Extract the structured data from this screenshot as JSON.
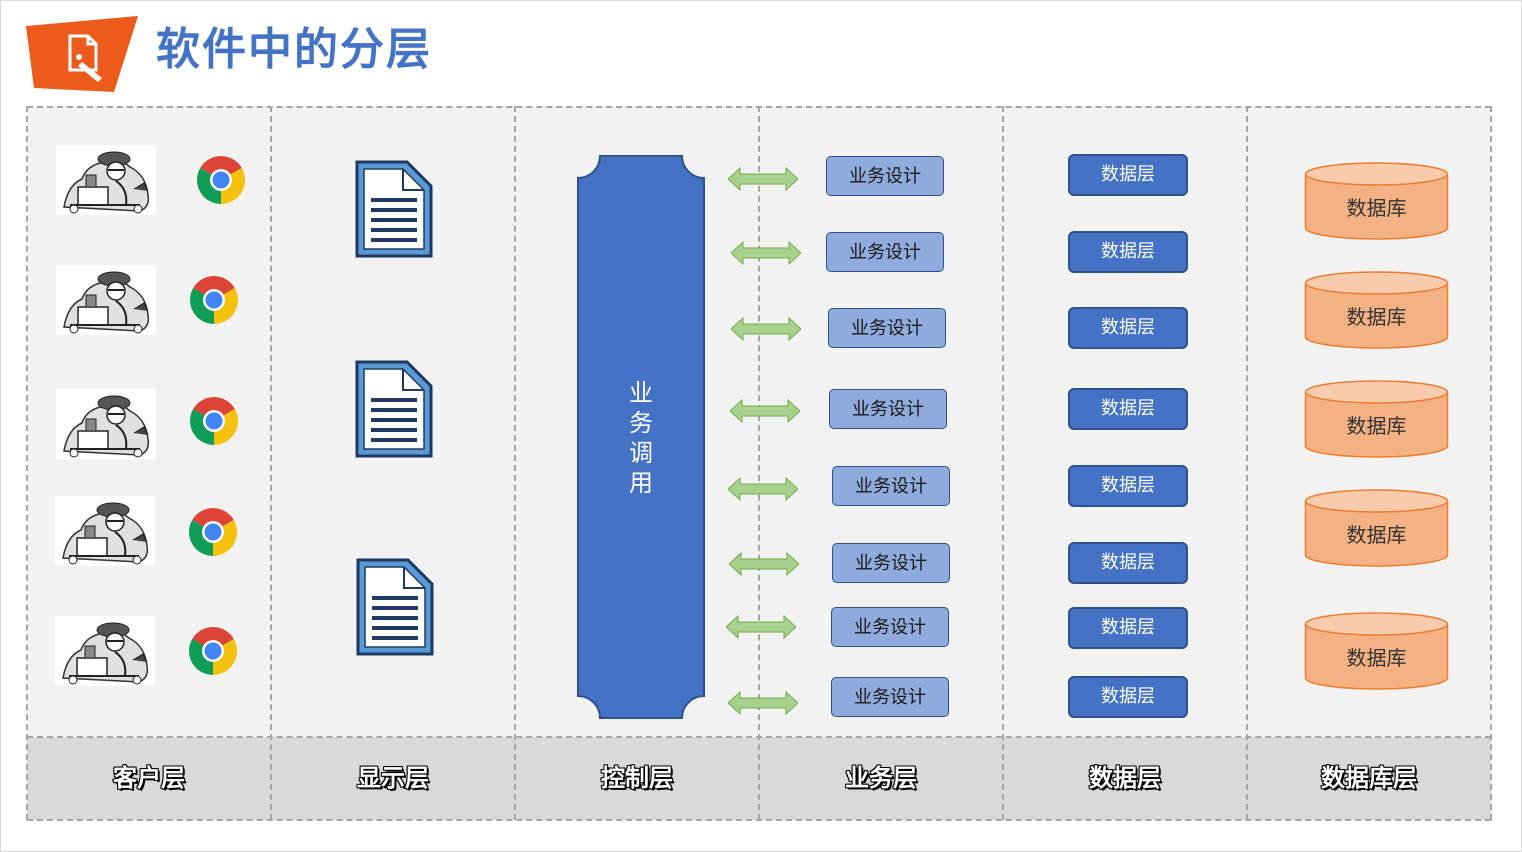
{
  "title": "软件中的分层",
  "colors": {
    "title": "#4472c4",
    "logo": "#ec5a1c",
    "business": "#8faadc",
    "data_layer": "#4472c4",
    "database": "#f4b183",
    "arrow": "#a9d18e"
  },
  "icons": {
    "logo": "document-pen-icon",
    "client_user": "programmer-cartoon-icon",
    "browser": "chrome-icon",
    "display": "document-icon"
  },
  "control": {
    "label": "业务调用"
  },
  "business": {
    "items": [
      "业务设计",
      "业务设计",
      "业务设计",
      "业务设计",
      "业务设计",
      "业务设计",
      "业务设计",
      "业务设计"
    ]
  },
  "data_layers": {
    "items": [
      "数据层",
      "数据层",
      "数据层",
      "数据层",
      "数据层",
      "数据层",
      "数据层",
      "数据层"
    ]
  },
  "databases": {
    "items": [
      "数据库",
      "数据库",
      "数据库",
      "数据库",
      "数据库"
    ]
  },
  "layers": [
    "客户层",
    "显示层",
    "控制层",
    "业务层",
    "数据层",
    "数据库层"
  ]
}
